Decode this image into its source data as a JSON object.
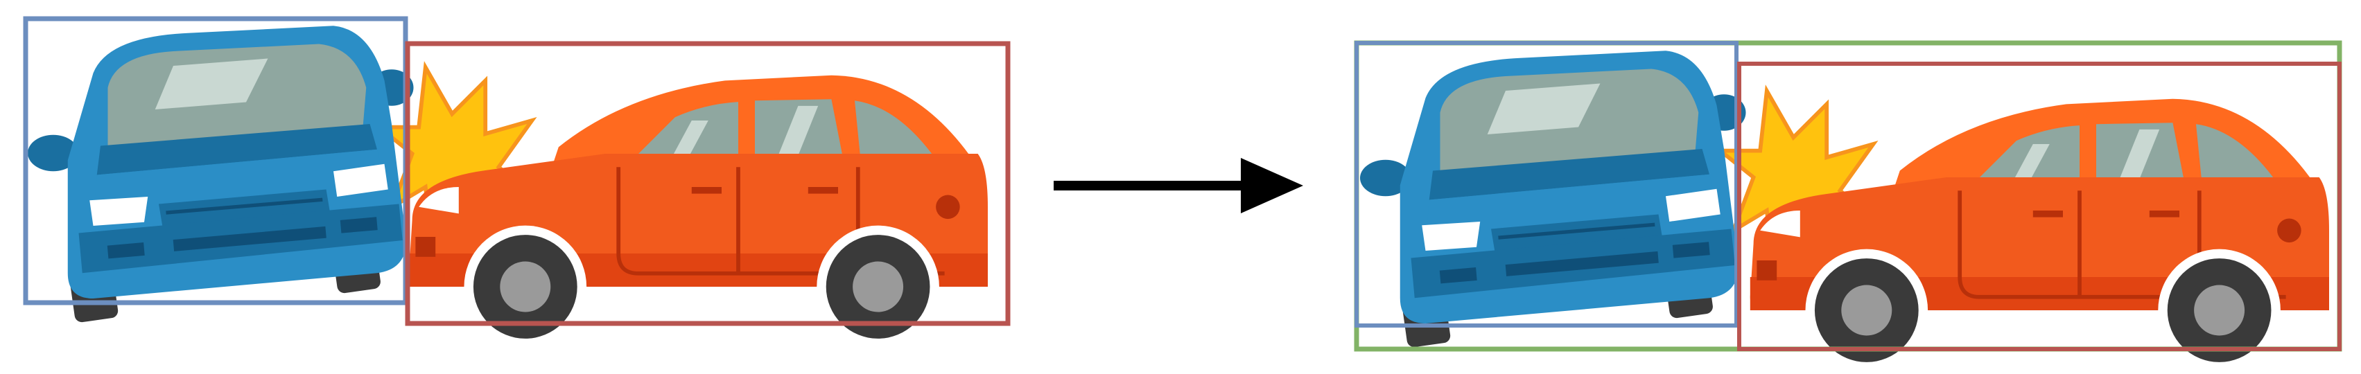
{
  "figure": {
    "description_free": true,
    "panels": [
      {
        "role": "input",
        "objects": [
          "blue-car",
          "orange-car"
        ]
      },
      {
        "role": "output",
        "objects": [
          "blue-car",
          "orange-car"
        ]
      }
    ],
    "arrow_direction": "right"
  },
  "colors": {
    "blue_box": "#6c8ebf",
    "red_box": "#b85450",
    "green_box": "#82b366",
    "blue_car_body": "#2b8ec6",
    "blue_car_dark": "#1a6fa0",
    "orange_car_body": "#f25a1d",
    "orange_car_top": "#ff6a1f",
    "window": "#8fa7a0",
    "window_light": "#c9d8d2",
    "wheel": "#3a3a3a",
    "hubcap": "#9a9a9a",
    "spark_yellow": "#ffc20e",
    "spark_orange": "#f7941d",
    "arrow": "#000000"
  }
}
